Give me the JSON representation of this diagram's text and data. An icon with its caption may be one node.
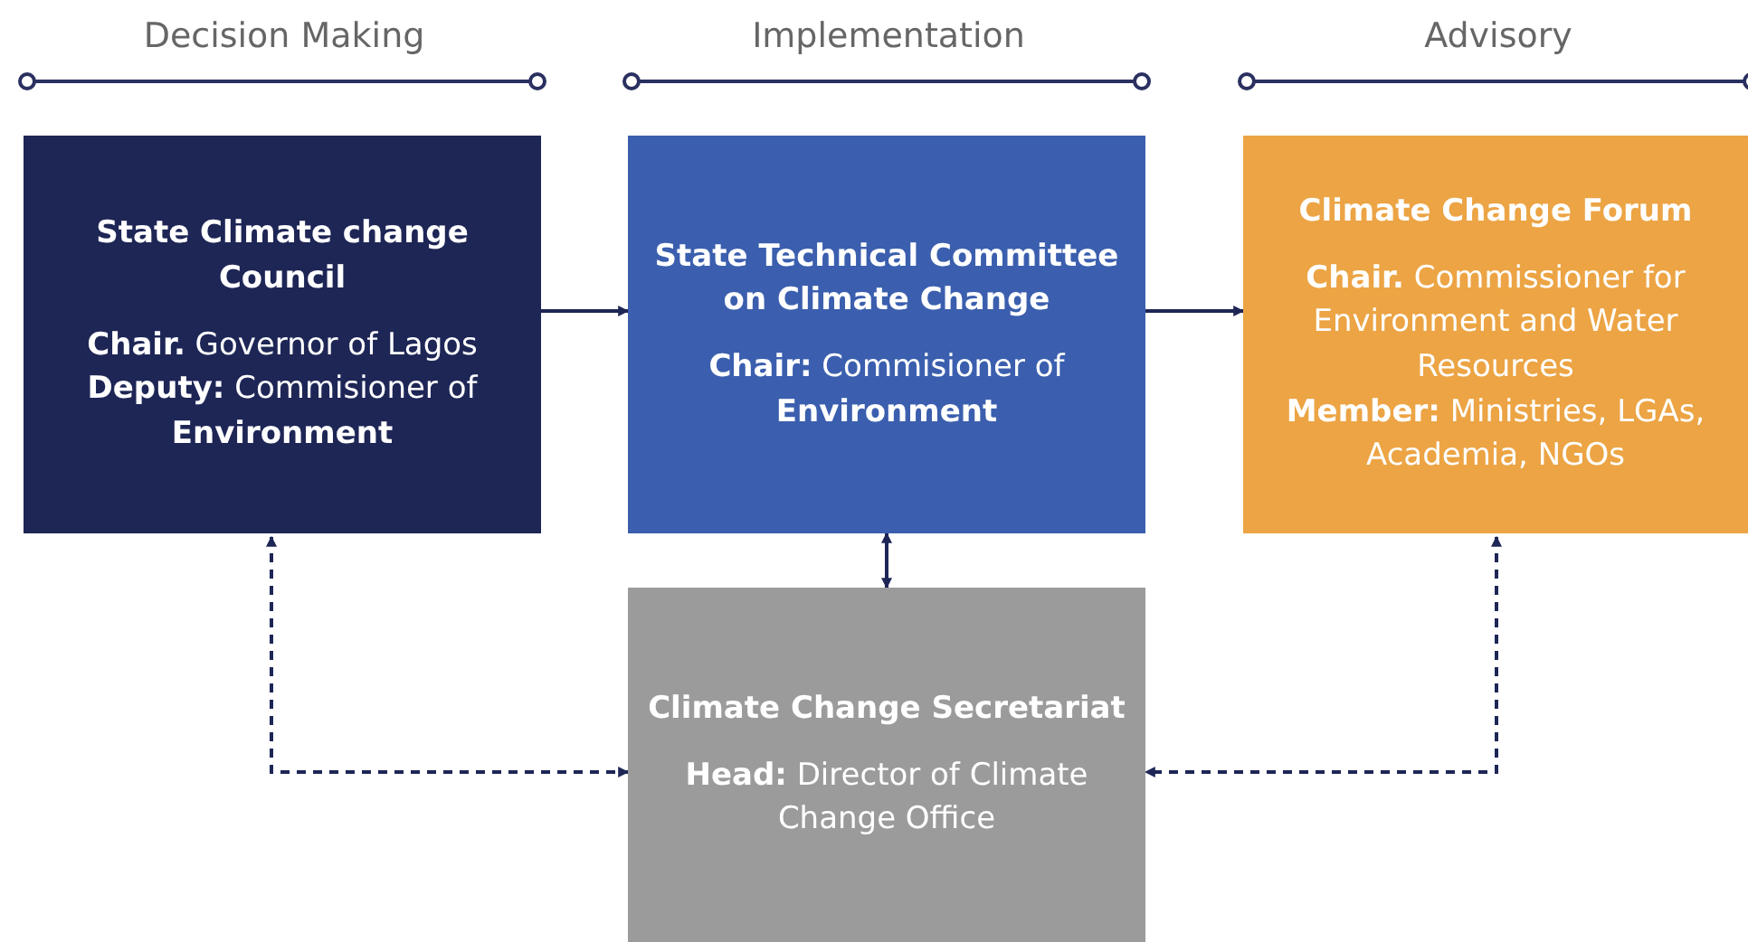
{
  "diagram": {
    "nodes": [
      {
        "text": [
          "State Climate change Council",
          "**Chair.** Governor of Lagos",
          "**Deputy:** Commisioner of **Environment**"
        ]
      },
      {
        "text": [
          "State Technical Committee on Climate Change",
          "**Chair:** Commisioner of **Environment**"
        ]
      },
      {
        "text": [
          "Climate Change Forum",
          "**Chair.** Commissioner for Environment and Water Resources",
          "**Member:** Ministries, LGAs, Academia, NGOs"
        ]
      },
      {
        "text": [
          "Climate Change Secretariat",
          "**Head:** Director of Climate Change Office"
        ]
      }
    ],
    "edges": [
      {
        "from": 0,
        "to": 1,
        "arrow": "to"
      },
      {
        "from": 1,
        "to": 2,
        "arrow": "to"
      },
      {
        "from": 1,
        "to": 3,
        "arrow": "both"
      },
      {
        "from": 0,
        "to": 3,
        "arrow": "both",
        "style": "dashed"
      },
      {
        "from": 2,
        "to": 3,
        "arrow": "both",
        "style": "dashed"
      }
    ],
    "labels": [
      "Decision Making",
      "Implementation",
      "Advisory"
    ]
  }
}
